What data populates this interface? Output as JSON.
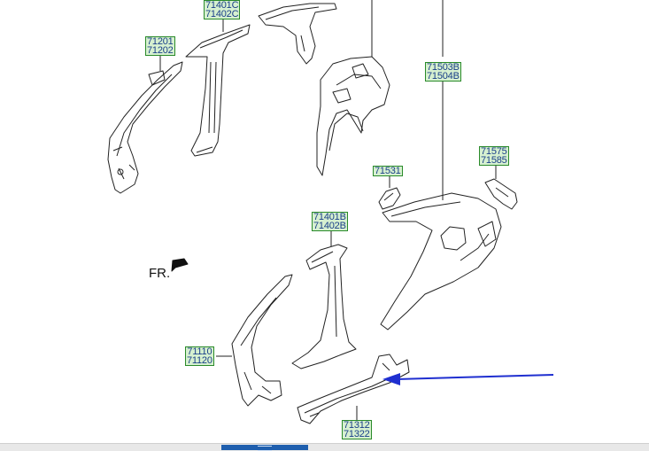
{
  "labels": [
    {
      "id": "c-pillar-inner",
      "codes": [
        "71401C",
        "71402C"
      ]
    },
    {
      "id": "a-pillar-upper",
      "codes": [
        "71201",
        "71202"
      ]
    },
    {
      "id": "quarter-panel",
      "codes": [
        "71503B",
        "71504B"
      ]
    },
    {
      "id": "tail-lamp-bracket",
      "codes": [
        "71575",
        "71585"
      ]
    },
    {
      "id": "fuel-door",
      "codes": [
        "71531"
      ]
    },
    {
      "id": "b-pillar-outer",
      "codes": [
        "71401B",
        "71402B"
      ]
    },
    {
      "id": "front-pillar",
      "codes": [
        "71110",
        "71120"
      ]
    },
    {
      "id": "side-sill",
      "codes": [
        "71312",
        "71322"
      ]
    }
  ],
  "orientation": {
    "text": "FR."
  },
  "colors": {
    "label_bg": "#d6f0d0",
    "label_border": "#2a8a2a",
    "label_text": "#1a3f8a",
    "arrow": "#1f2fd0",
    "scroll_thumb": "#1f5fae"
  }
}
